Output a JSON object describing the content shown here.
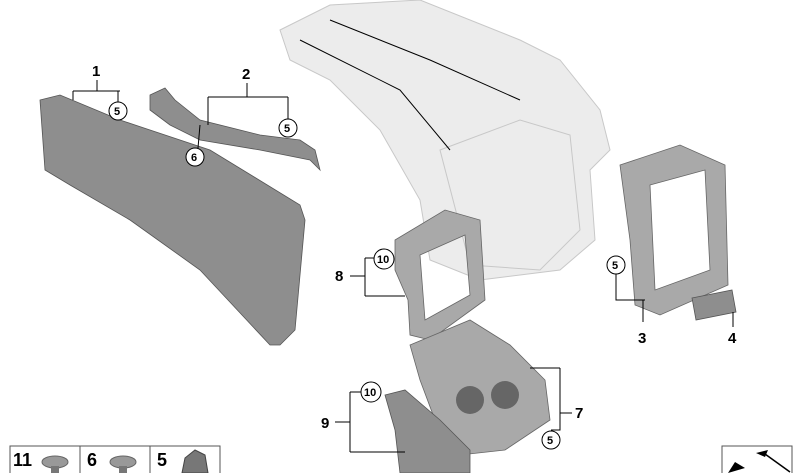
{
  "callouts": {
    "p1": "1",
    "p2": "2",
    "p3": "3",
    "p4": "4",
    "p7": "7",
    "p8": "8",
    "p9": "9",
    "c5a": "5",
    "c5b": "5",
    "c5c": "5",
    "c5d": "5",
    "c6": "6",
    "c10a": "10",
    "c10b": "10"
  },
  "legend": [
    {
      "number": "11",
      "icon": "screw-icon"
    },
    {
      "number": "6",
      "icon": "screw-icon"
    },
    {
      "number": "5",
      "icon": "clip-icon"
    }
  ],
  "nav_icon": "arrow-back-icon",
  "colors": {
    "part": "#8e8e8e",
    "ghost": "#ececec"
  }
}
